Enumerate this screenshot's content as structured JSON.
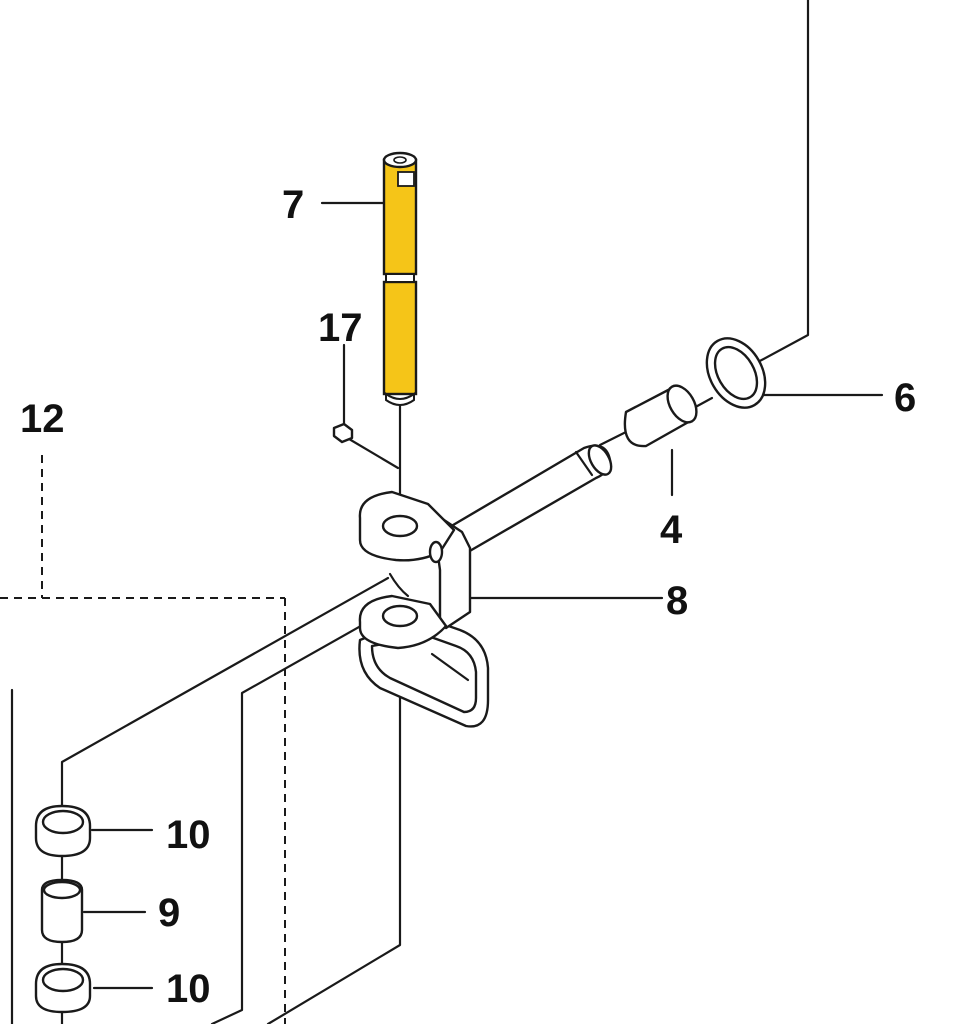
{
  "colors": {
    "highlight": "#f5c518",
    "line": "#1a1a1a",
    "background": "#ffffff"
  },
  "callouts": {
    "pin": "7",
    "screw": "17",
    "group": "12",
    "washer": "6",
    "bushing": "4",
    "bracket": "8",
    "spacer_top": "10",
    "sleeve": "9",
    "spacer_bottom": "10"
  }
}
